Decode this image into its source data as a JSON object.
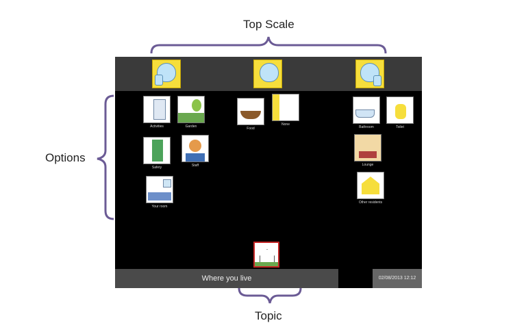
{
  "annotations": {
    "top_scale": "Top Scale",
    "options": "Options",
    "topic": "Topic"
  },
  "scale": [
    "thumbs-up",
    "neutral",
    "thumbs-down"
  ],
  "options": {
    "positive": [
      "Activities",
      "Garden",
      "Safety",
      "Staff",
      "Your room"
    ],
    "neutral": [
      "Food",
      "None"
    ],
    "negative": [
      "Bathroom",
      "Toilet",
      "Lounge",
      "Other residents"
    ]
  },
  "topic": {
    "label": "Where you live"
  },
  "datetime": "02/08/2013 12:12",
  "colors": {
    "screen": "#000000",
    "bar": "#3a3a3a",
    "accent": "#6b5b95",
    "scale_bg": "#f6de3c",
    "topic_border": "#c32424"
  }
}
